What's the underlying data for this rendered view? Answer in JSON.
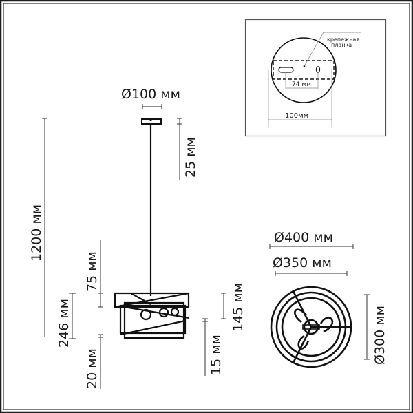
{
  "drawing": {
    "type": "pendant lamp dimension drawing",
    "line_color": "#111111",
    "frame_color": "#222222"
  },
  "inset": {
    "label_bracket": [
      "крепежная",
      "планка"
    ],
    "hole_spacing": "74 мм",
    "canopy_width": "100мм"
  },
  "side_view": {
    "canopy_diameter": "Ø100 мм",
    "canopy_height": "25 мм",
    "total_height": "1200 мм",
    "upper_offset": "75 мм",
    "body_height": "246 мм",
    "bottom_offset": "20 мм",
    "shade_height": "145 мм",
    "lower_offset": "15 мм"
  },
  "top_view": {
    "outer_diameter": "Ø400 мм",
    "middle_diameter": "Ø350 мм",
    "inner_diameter": "Ø300 мм"
  }
}
